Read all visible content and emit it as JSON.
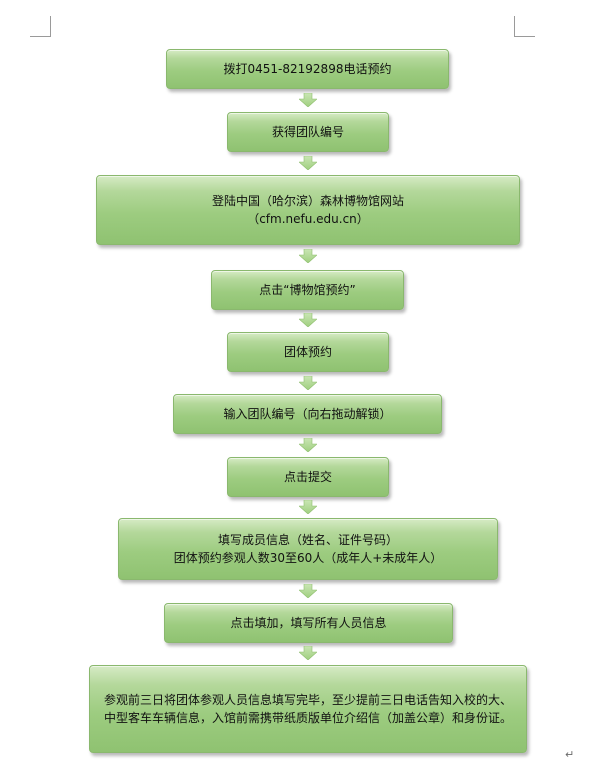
{
  "flowchart": {
    "steps": [
      {
        "lines": [
          "拨打0451-82192898电话预约"
        ]
      },
      {
        "lines": [
          "获得团队编号"
        ]
      },
      {
        "lines": [
          "登陆中国（哈尔滨）森林博物馆网站",
          "（cfm.nefu.edu.cn）"
        ]
      },
      {
        "lines": [
          "点击“博物馆预约”"
        ]
      },
      {
        "lines": [
          "团体预约"
        ]
      },
      {
        "lines": [
          "输入团队编号（向右拖动解锁）"
        ]
      },
      {
        "lines": [
          "点击提交"
        ]
      },
      {
        "lines": [
          "填写成员信息（姓名、证件号码）",
          "团体预约参观人数30至60人（成年人+未成年人）"
        ]
      },
      {
        "lines": [
          "点击填加，填写所有人员信息"
        ]
      },
      {
        "lines": [
          "参观前三日将团体参观人员信息填写完毕，至少提前三日电话告知入校的大、中型客车车辆信息，入馆前需携带纸质版单位介绍信（加盖公章）和身份证。"
        ]
      }
    ],
    "box_color": "#9dcc80",
    "arrow_color": "#9fcf7f"
  },
  "page": {
    "paragraph_mark": "↵"
  }
}
